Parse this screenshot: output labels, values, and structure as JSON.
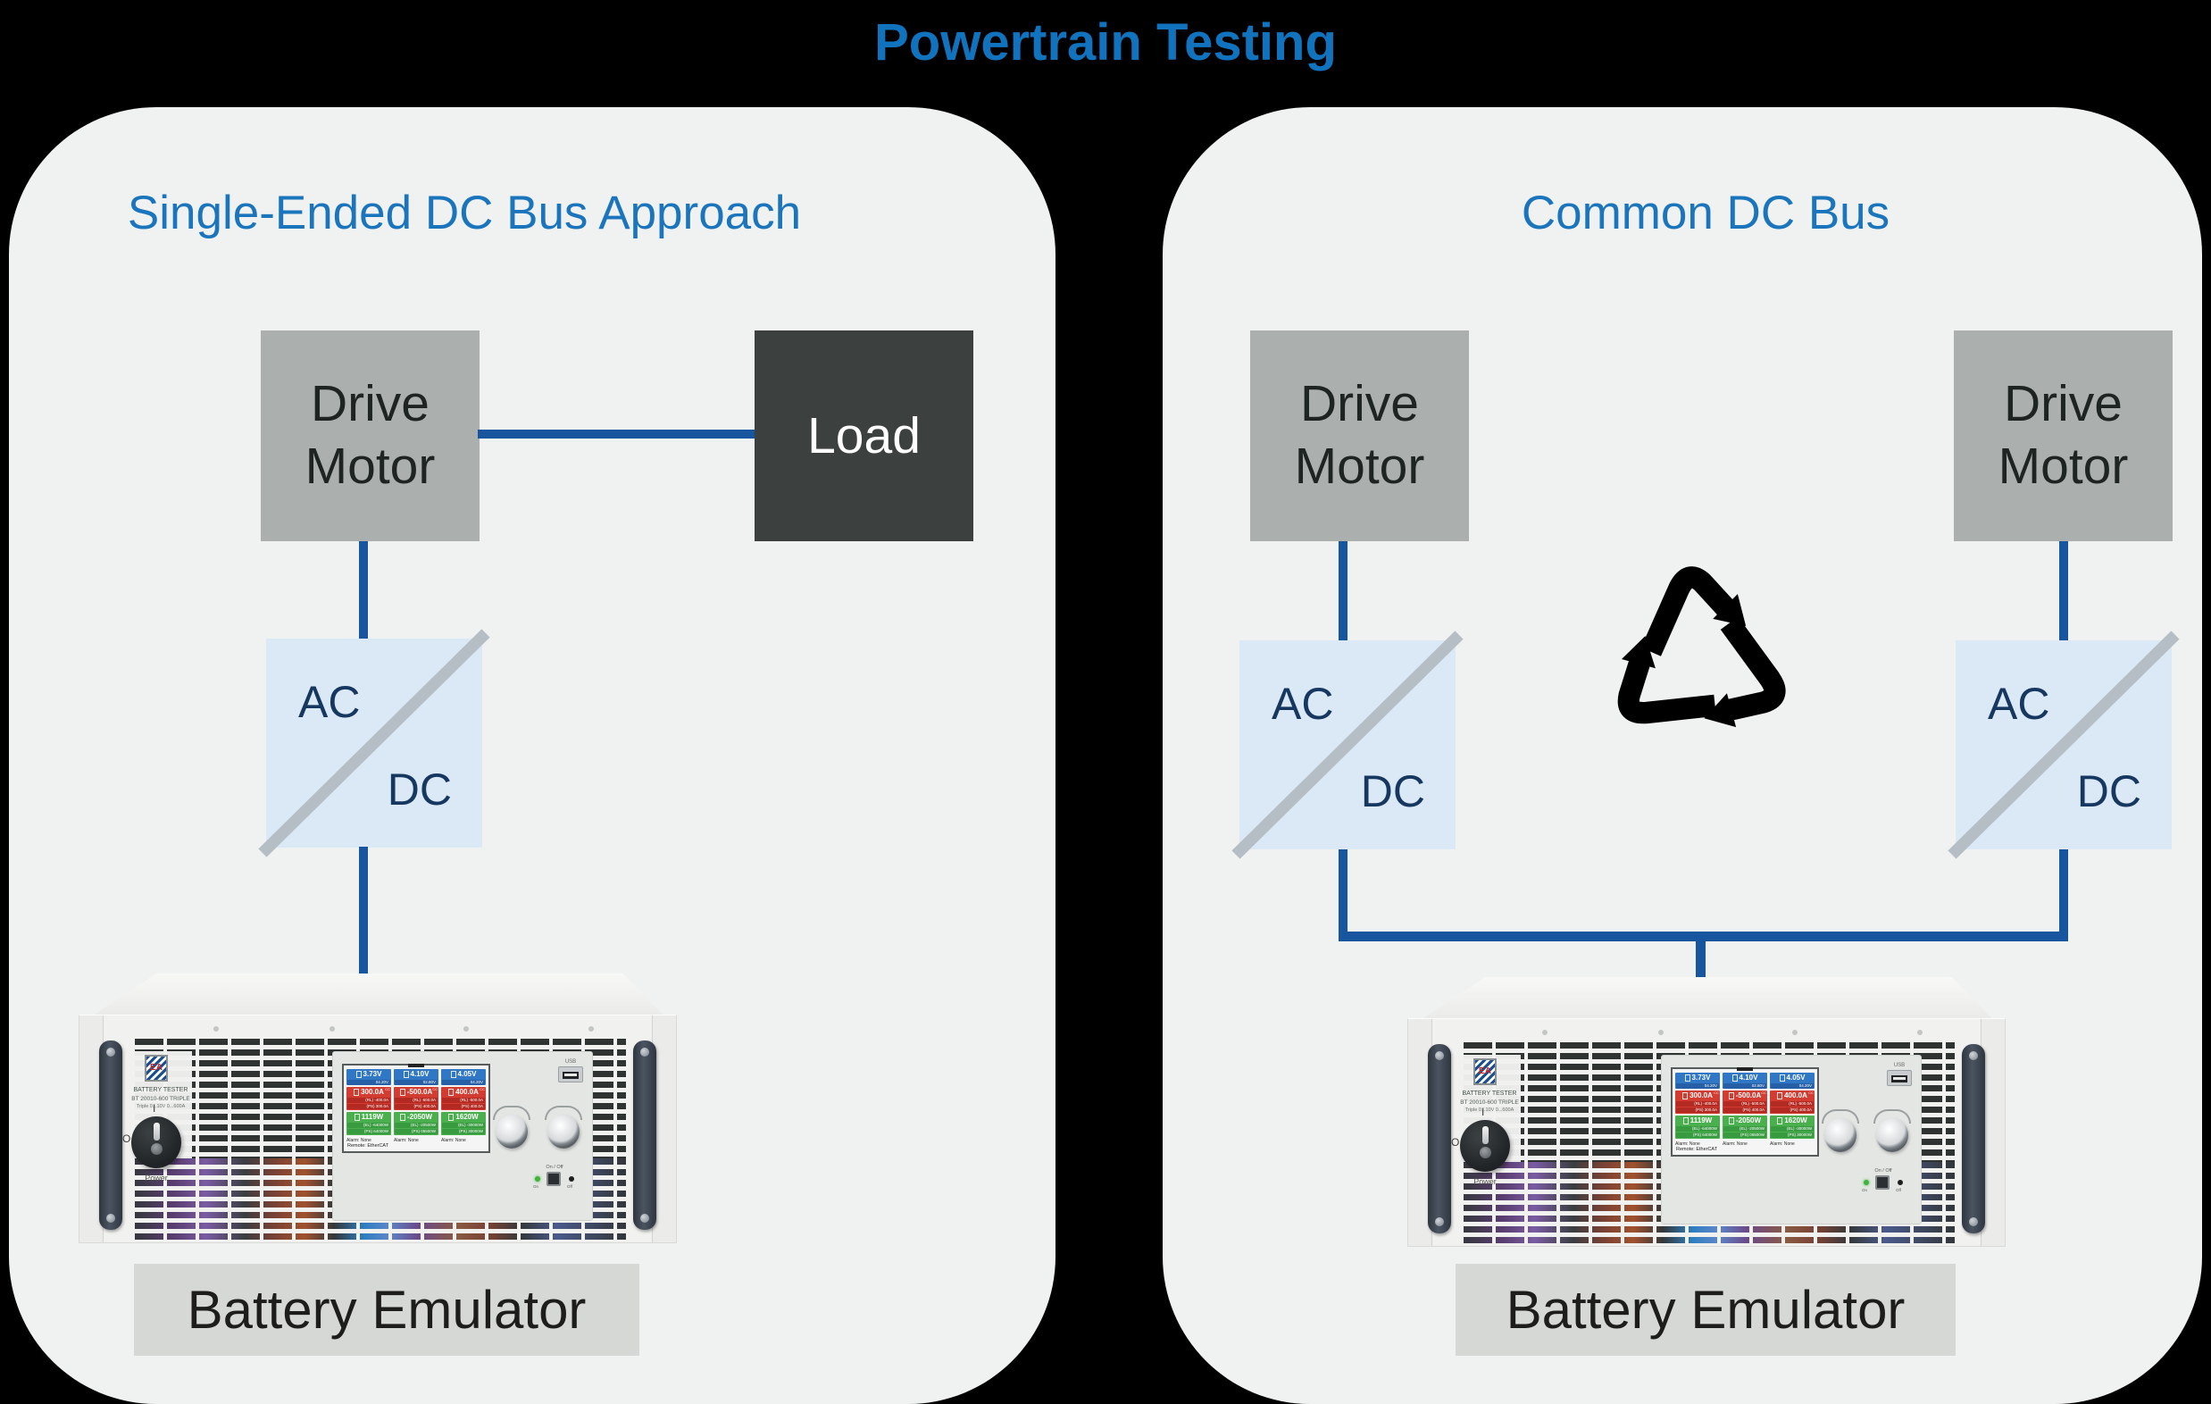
{
  "title": "Powertrain Testing",
  "left_panel": {
    "heading": "Single-Ended DC Bus Approach"
  },
  "right_panel": {
    "heading": "Common DC Bus"
  },
  "labels": {
    "drive_motor": "Drive\nMotor",
    "load": "Load",
    "ac": "AC",
    "dc": "DC",
    "battery_emulator": "Battery Emulator"
  },
  "colors": {
    "title_blue": "#1173BD",
    "heading_blue": "#1B75BC",
    "connector_blue": "#17569F",
    "panel_bg": "#F0F1F1",
    "drive_motor_bg": "#ABAFAD",
    "load_bg": "#3C4140",
    "acdc_bg": "#DBE8F5",
    "acdc_text": "#16375F",
    "label_bg": "#D6D8D6",
    "recycle_black": "#000000"
  },
  "device": {
    "brand": {
      "logo": "EA",
      "line1": "BATTERY TESTER",
      "line2": "BT 20010-600 TRIPLE",
      "line3": "Triple 0...10V 0...600A"
    },
    "power": {
      "label": "Power",
      "on_mark": "I",
      "off_mark": "O"
    },
    "usb_label": "USB",
    "onoff": {
      "label": "On / Off",
      "on": "On",
      "off": "Off"
    },
    "screen": {
      "remote": "Remote: EtherCAT",
      "columns": [
        {
          "v": "3.73V",
          "v_set": "04.20V",
          "a": "300.0A",
          "cc": "CC",
          "a_rl": "(RL)  -400.0A",
          "a_ps": "(PS)  300.0A",
          "w": "1119W",
          "w_el": "(EL)  -64000W",
          "w_ps": "(PS)  64000W",
          "alarm": "Alarm: None"
        },
        {
          "v": "4.10V",
          "v_set": "02.80V",
          "a": "-500.0A",
          "cc": "CC",
          "a_rl": "(RL)  -500.0A",
          "a_ps": "(PS)  400.0A",
          "w": "-2050W",
          "w_el": "(EL)  -20500W",
          "w_ps": "(PS)  05500W",
          "alarm": "Alarm: None"
        },
        {
          "v": "4.05V",
          "v_set": "04.20V",
          "a": "400.0A",
          "cc": "CC",
          "a_rl": "(RL)  -500.0A",
          "a_ps": "(PS)  400.0A",
          "w": "1620W",
          "w_el": "(EL)  -30000W",
          "w_ps": "(PS)  30000W",
          "alarm": "Alarm: None"
        }
      ]
    }
  }
}
